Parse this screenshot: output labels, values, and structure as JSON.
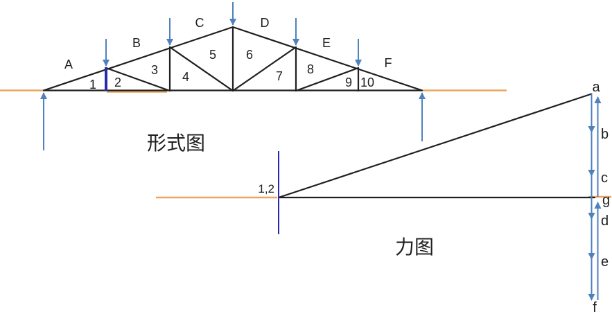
{
  "titles": {
    "form_diagram": "形式图",
    "force_diagram": "力图"
  },
  "truss": {
    "region_labels": [
      "A",
      "B",
      "C",
      "D",
      "E",
      "F"
    ],
    "panel_numbers": [
      "1",
      "2",
      "3",
      "4",
      "5",
      "6",
      "7",
      "8",
      "9",
      "10"
    ]
  },
  "force_polygon": {
    "joint_point_label": "1,2",
    "point_labels": [
      "a",
      "b",
      "c",
      "g",
      "d",
      "e",
      "f"
    ]
  },
  "colors": {
    "line_black": "#1f1f1f",
    "arrow_blue": "#4f81bd",
    "highlight_dark_blue": "#2a2aab",
    "ground_orange": "#eaa55e"
  }
}
